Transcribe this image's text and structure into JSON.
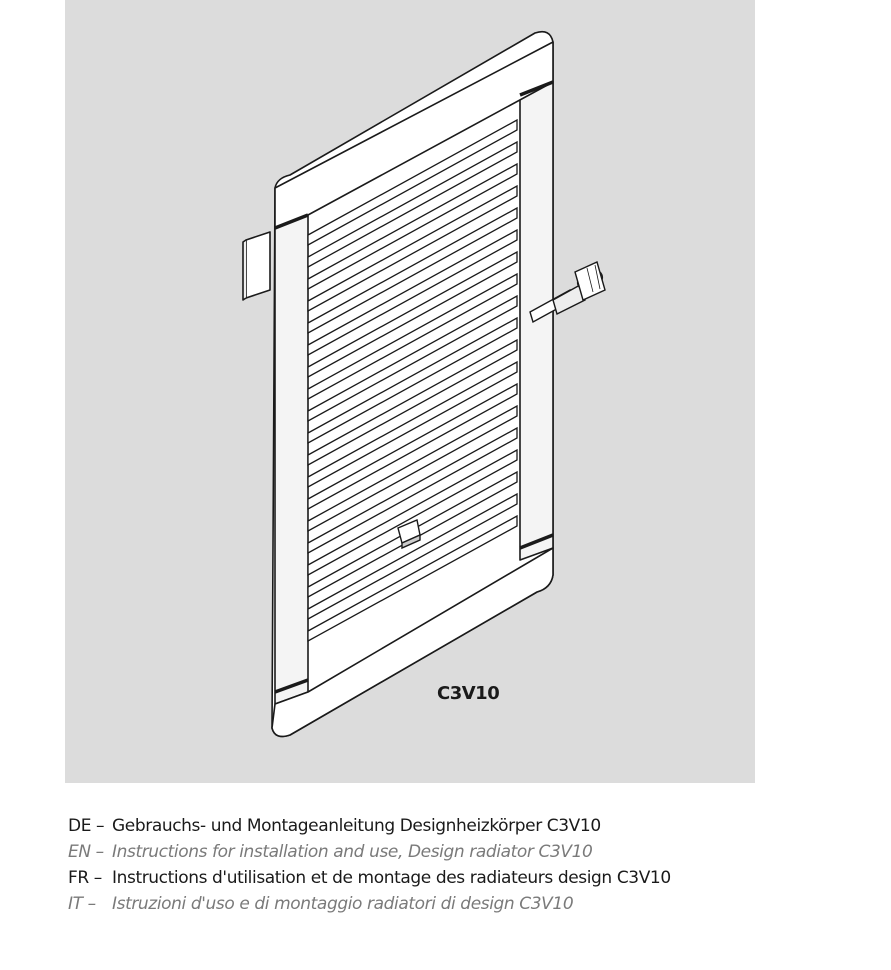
{
  "figure": {
    "model_label": "C3V10"
  },
  "titles": [
    {
      "code": "DE –",
      "text": "Gebrauchs- und Montageanleitung Designheizkörper C3V10"
    },
    {
      "code": "EN –",
      "text": "Instructions for installation and use, Design radiator C3V10"
    },
    {
      "code": "FR –",
      "text": "Instructions d'utilisation et de montage des radiateurs design C3V10"
    },
    {
      "code": "IT –",
      "text": "Istruzioni d'uso e di montaggio radiatori di design C3V10"
    }
  ]
}
